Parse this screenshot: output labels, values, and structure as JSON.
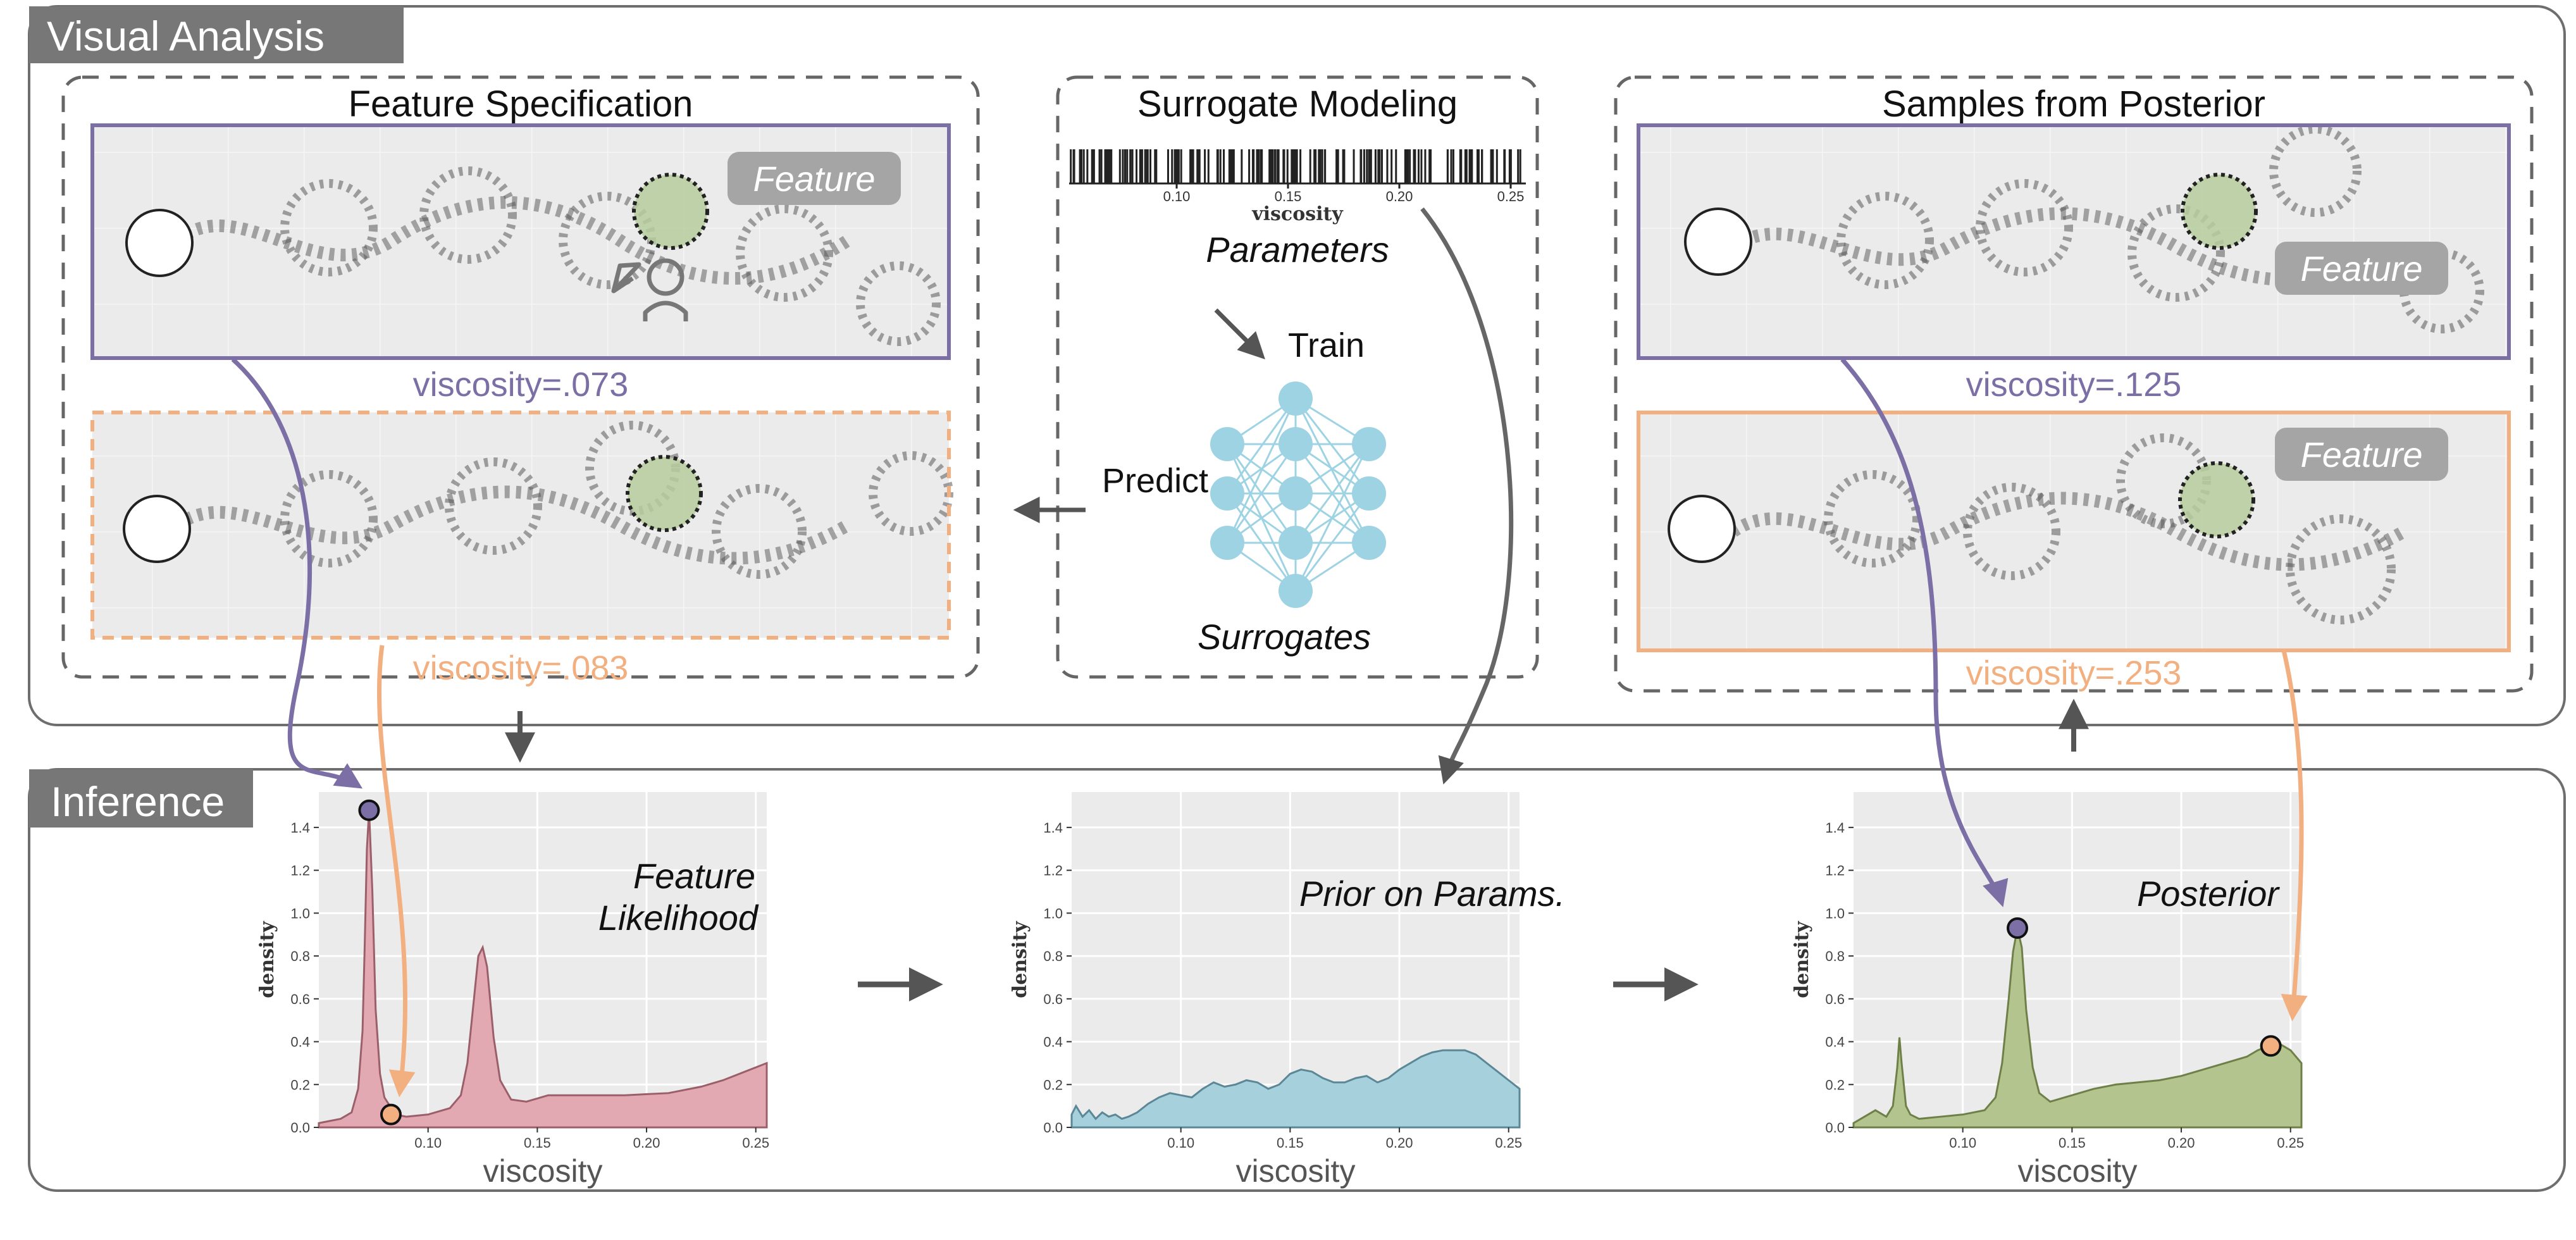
{
  "sections": {
    "visual_analysis": "Visual Analysis",
    "inference": "Inference"
  },
  "feature_spec": {
    "title": "Feature Specification",
    "feature_badge": "Feature",
    "top_viscosity": "viscosity=.073",
    "bottom_viscosity": "viscosity=.083"
  },
  "surrogate": {
    "title": "Surrogate Modeling",
    "axis_title": "viscosity",
    "ticks": [
      "0.10",
      "0.15",
      "0.20",
      "0.25"
    ],
    "parameters_label": "Parameters",
    "train_label": "Train",
    "predict_label": "Predict",
    "surrogates_label": "Surrogates"
  },
  "posterior_samples": {
    "title": "Samples from Posterior",
    "feature_badge_top": "Feature",
    "feature_badge_bottom": "Feature",
    "top_viscosity": "viscosity=.125",
    "bottom_viscosity": "viscosity=.253"
  },
  "colors": {
    "purple": "#7b6fa6",
    "orange": "#f2b081",
    "likelihood_fill": "#e3a9b2",
    "prior_fill": "#a6d0dc",
    "posterior_fill": "#b4c48e",
    "nn_node": "#9dd3e3",
    "panel_bg": "#ebebeb",
    "border_gray": "#777777"
  },
  "chart_data": [
    {
      "type": "area",
      "title": "Feature Likelihood",
      "xlabel": "viscosity",
      "ylabel": "density",
      "xlim": [
        0.05,
        0.255
      ],
      "ylim": [
        0,
        1.5
      ],
      "xticks": [
        "0.10",
        "0.15",
        "0.20",
        "0.25"
      ],
      "yticks": [
        "0.0",
        "0.2",
        "0.4",
        "0.6",
        "0.8",
        "1.0",
        "1.2",
        "1.4"
      ],
      "x": [
        0.05,
        0.06,
        0.065,
        0.068,
        0.07,
        0.071,
        0.072,
        0.073,
        0.0745,
        0.076,
        0.078,
        0.08,
        0.085,
        0.09,
        0.1,
        0.11,
        0.115,
        0.118,
        0.121,
        0.123,
        0.125,
        0.127,
        0.13,
        0.133,
        0.138,
        0.145,
        0.155,
        0.17,
        0.19,
        0.21,
        0.225,
        0.235,
        0.245,
        0.255
      ],
      "y": [
        0.02,
        0.04,
        0.07,
        0.18,
        0.45,
        0.85,
        1.3,
        1.48,
        1.1,
        0.55,
        0.25,
        0.14,
        0.06,
        0.05,
        0.06,
        0.09,
        0.15,
        0.3,
        0.6,
        0.8,
        0.84,
        0.75,
        0.42,
        0.22,
        0.13,
        0.12,
        0.15,
        0.15,
        0.15,
        0.16,
        0.19,
        0.22,
        0.26,
        0.3
      ],
      "markers": [
        {
          "x": 0.073,
          "y": 1.48,
          "color": "purple"
        },
        {
          "x": 0.083,
          "y": 0.06,
          "color": "orange"
        }
      ]
    },
    {
      "type": "area",
      "title": "Prior on Params.",
      "xlabel": "viscosity",
      "ylabel": "density",
      "xlim": [
        0.05,
        0.255
      ],
      "ylim": [
        0,
        1.5
      ],
      "xticks": [
        "0.10",
        "0.15",
        "0.20",
        "0.25"
      ],
      "yticks": [
        "0.0",
        "0.2",
        "0.4",
        "0.6",
        "0.8",
        "1.0",
        "1.2",
        "1.4"
      ],
      "x": [
        0.05,
        0.052,
        0.055,
        0.058,
        0.061,
        0.064,
        0.067,
        0.07,
        0.073,
        0.076,
        0.08,
        0.085,
        0.09,
        0.095,
        0.1,
        0.105,
        0.11,
        0.115,
        0.12,
        0.125,
        0.13,
        0.135,
        0.14,
        0.145,
        0.15,
        0.155,
        0.16,
        0.165,
        0.17,
        0.175,
        0.18,
        0.185,
        0.19,
        0.195,
        0.2,
        0.205,
        0.21,
        0.215,
        0.22,
        0.225,
        0.23,
        0.235,
        0.24,
        0.245,
        0.25,
        0.255
      ],
      "y": [
        0.06,
        0.1,
        0.05,
        0.08,
        0.04,
        0.07,
        0.05,
        0.06,
        0.04,
        0.05,
        0.07,
        0.11,
        0.14,
        0.16,
        0.15,
        0.14,
        0.18,
        0.21,
        0.19,
        0.2,
        0.22,
        0.21,
        0.18,
        0.2,
        0.25,
        0.27,
        0.26,
        0.23,
        0.21,
        0.21,
        0.23,
        0.24,
        0.21,
        0.23,
        0.27,
        0.3,
        0.33,
        0.35,
        0.36,
        0.36,
        0.36,
        0.34,
        0.3,
        0.26,
        0.22,
        0.18
      ]
    },
    {
      "type": "area",
      "title": "Posterior",
      "xlabel": "viscosity",
      "ylabel": "density",
      "xlim": [
        0.05,
        0.255
      ],
      "ylim": [
        0,
        1.5
      ],
      "xticks": [
        "0.10",
        "0.15",
        "0.20",
        "0.25"
      ],
      "yticks": [
        "0.0",
        "0.2",
        "0.4",
        "0.6",
        "0.8",
        "1.0",
        "1.2",
        "1.4"
      ],
      "x": [
        0.05,
        0.055,
        0.06,
        0.065,
        0.068,
        0.07,
        0.071,
        0.072,
        0.074,
        0.076,
        0.08,
        0.09,
        0.1,
        0.11,
        0.115,
        0.118,
        0.121,
        0.123,
        0.125,
        0.127,
        0.129,
        0.132,
        0.135,
        0.14,
        0.15,
        0.16,
        0.17,
        0.18,
        0.19,
        0.2,
        0.21,
        0.22,
        0.23,
        0.235,
        0.24,
        0.245,
        0.25,
        0.255
      ],
      "y": [
        0.02,
        0.05,
        0.08,
        0.05,
        0.1,
        0.28,
        0.42,
        0.3,
        0.1,
        0.06,
        0.04,
        0.05,
        0.06,
        0.08,
        0.14,
        0.3,
        0.6,
        0.82,
        0.93,
        0.84,
        0.55,
        0.28,
        0.16,
        0.12,
        0.15,
        0.18,
        0.2,
        0.21,
        0.22,
        0.24,
        0.27,
        0.3,
        0.33,
        0.36,
        0.38,
        0.39,
        0.36,
        0.3
      ],
      "markers": [
        {
          "x": 0.125,
          "y": 0.93,
          "color": "purple"
        },
        {
          "x": 0.241,
          "y": 0.38,
          "color": "orange"
        }
      ]
    }
  ]
}
